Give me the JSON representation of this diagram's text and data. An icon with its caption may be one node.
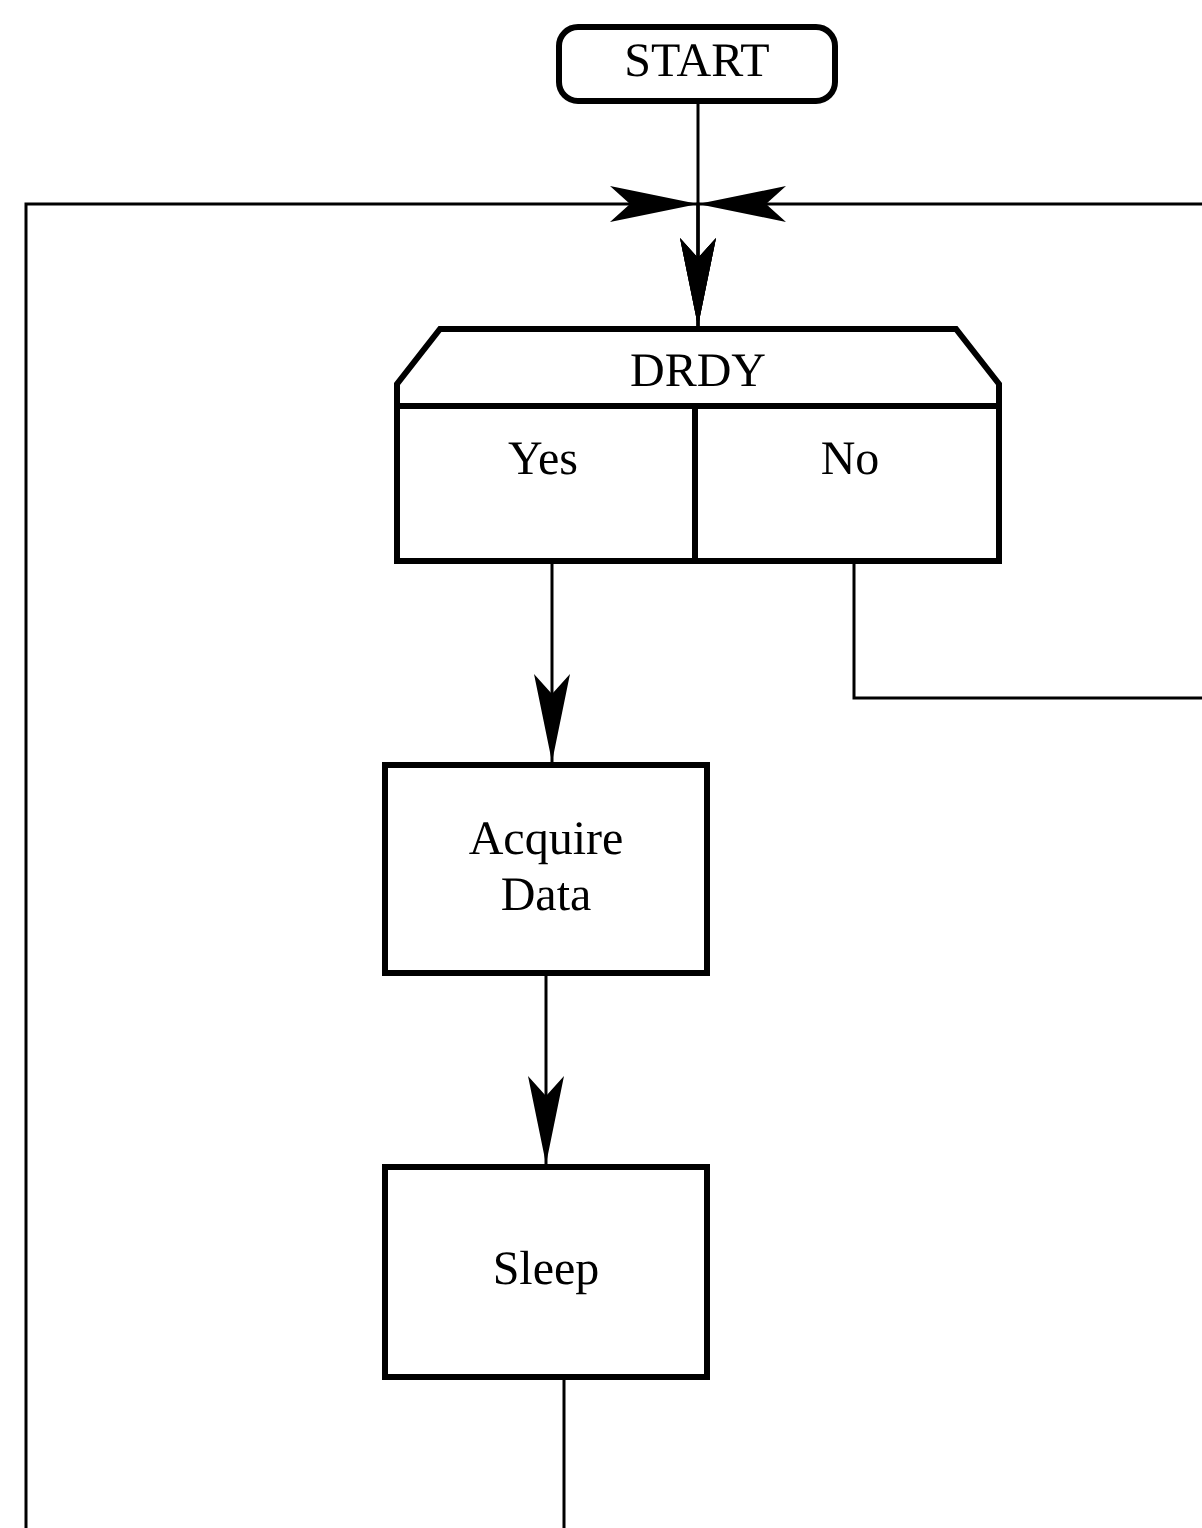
{
  "diagram": {
    "nodes": [
      {
        "text": [
          "START"
        ]
      },
      {
        "text": [
          "DRDY"
        ]
      },
      {
        "text": [
          "Yes"
        ],
        "in": 1
      },
      {
        "text": [
          "No"
        ],
        "in": 1
      },
      {
        "text": [
          "Acquire Data"
        ]
      },
      {
        "text": [
          "Sleep"
        ]
      }
    ],
    "edges": [
      {
        "from": 0,
        "to": 1,
        "arrow": "to"
      },
      {
        "from": 3,
        "to": 1,
        "arrow": "to"
      },
      {
        "from": 5,
        "to": 1,
        "arrow": "to"
      },
      {
        "from": 2,
        "to": 4,
        "arrow": "to"
      },
      {
        "from": 4,
        "to": 5,
        "arrow": "to"
      }
    ]
  }
}
